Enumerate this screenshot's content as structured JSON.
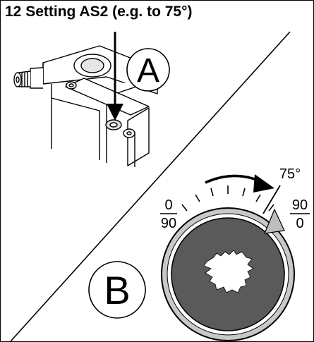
{
  "title": "12 Setting AS2 (e.g. to 75°)",
  "labels": {
    "a": "A",
    "b": "B",
    "target_angle": "75°",
    "left_top": "0",
    "left_bottom": "90",
    "right_top": "90",
    "right_bottom": "0"
  },
  "colors": {
    "dial_face": "#5a5a5a",
    "dial_ring": "#c8c8c8",
    "line": "#000000",
    "background": "#ffffff"
  },
  "icons": {
    "a": "press-down-arrow-icon",
    "b": "rotate-arrow-icon"
  }
}
